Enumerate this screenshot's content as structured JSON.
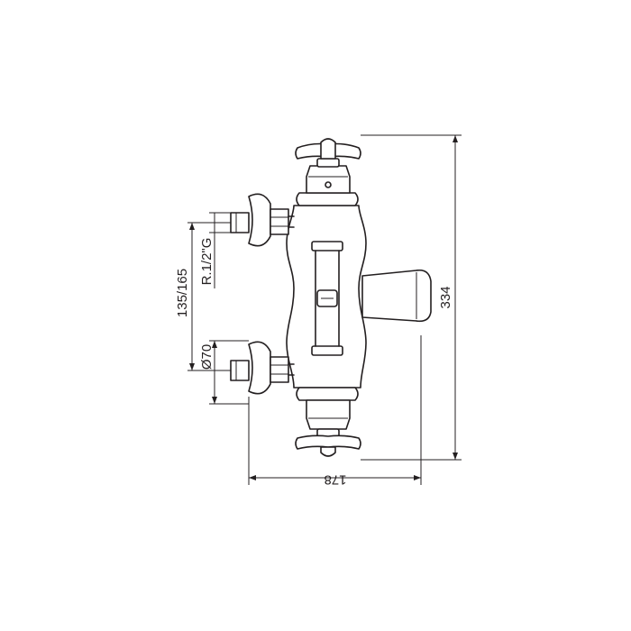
{
  "drawing": {
    "labels": {
      "total_height": "334",
      "total_width": "178",
      "inlet_centers": "135/165",
      "thread": "R.1/2\"G",
      "flange_diameter": "Ø70"
    }
  }
}
